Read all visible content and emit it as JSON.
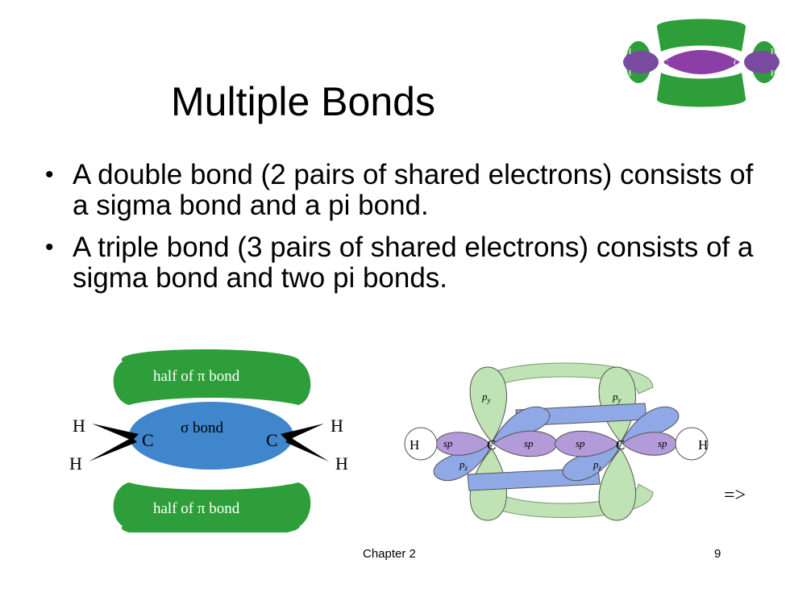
{
  "slide": {
    "title": "Multiple Bonds",
    "bullets": [
      "A double bond (2 pairs of shared electrons) consists of a sigma bond and a pi bond.",
      "A triple bond (3 pairs of shared electrons) consists of a sigma bond and two pi bonds."
    ],
    "bullet_symbol": "•",
    "next_indicator": "=>",
    "footer_center": "Chapter 2",
    "footer_page": "9"
  },
  "thumbnail": {
    "atom_c": "C",
    "atom_h": "H"
  },
  "double_bond_figure": {
    "pi_top_label": "half of π bond",
    "pi_bottom_label": "half of π bond",
    "sigma_label": "σ bond",
    "atom_c": "C",
    "atom_h": "H"
  },
  "triple_bond_figure": {
    "atom_c": "C",
    "atom_h": "H",
    "sp_label": "sp",
    "py_label": "p",
    "py_sub": "y",
    "pz_label": "p",
    "pz_sub": "z"
  },
  "colors": {
    "pi_green": "#2e9e3a",
    "sigma_blue": "#3f86cc",
    "sp_purple": "#9a7cc8",
    "p_light_green": "#bfe3b4",
    "p_blue": "#8fa8e6"
  }
}
